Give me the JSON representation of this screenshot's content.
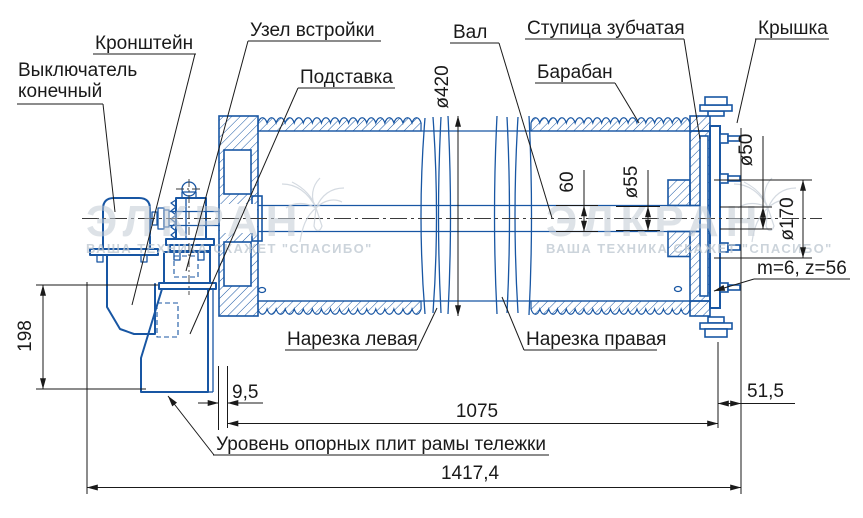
{
  "labels": {
    "limit_switch_1": "Выключатель",
    "limit_switch_2": "конечный",
    "bracket": "Кронштейн",
    "built_in_unit": "Узел встройки",
    "stand": "Подставка",
    "shaft": "Вал",
    "gear_hub": "Ступица зубчатая",
    "cover": "Крышка",
    "drum": "Барабан",
    "groove_left": "Нарезка левая",
    "groove_right": "Нарезка правая",
    "gear_params": "m=6, z=56",
    "support_level": "Уровень опорных плит рамы тележки"
  },
  "dimensions": {
    "drum_od": "ø420",
    "shaft_section": "60",
    "shaft_od": "ø55",
    "shaft_end_od": "ø50",
    "hub_od": "ø170",
    "stand_height": "198",
    "gap": "9,5",
    "drum_length": "1075",
    "right_offset": "51,5",
    "total_length": "1417,4"
  },
  "watermark": {
    "brand": "ЭЛКРАН",
    "slogan": "ВАША ТЕХНИКА СКАЖЕТ \"СПАСИБО\""
  },
  "colors": {
    "line_blue": "#1856a3",
    "annotation_black": "#1a1a1a",
    "watermark_gray": "#c3ccd5"
  }
}
